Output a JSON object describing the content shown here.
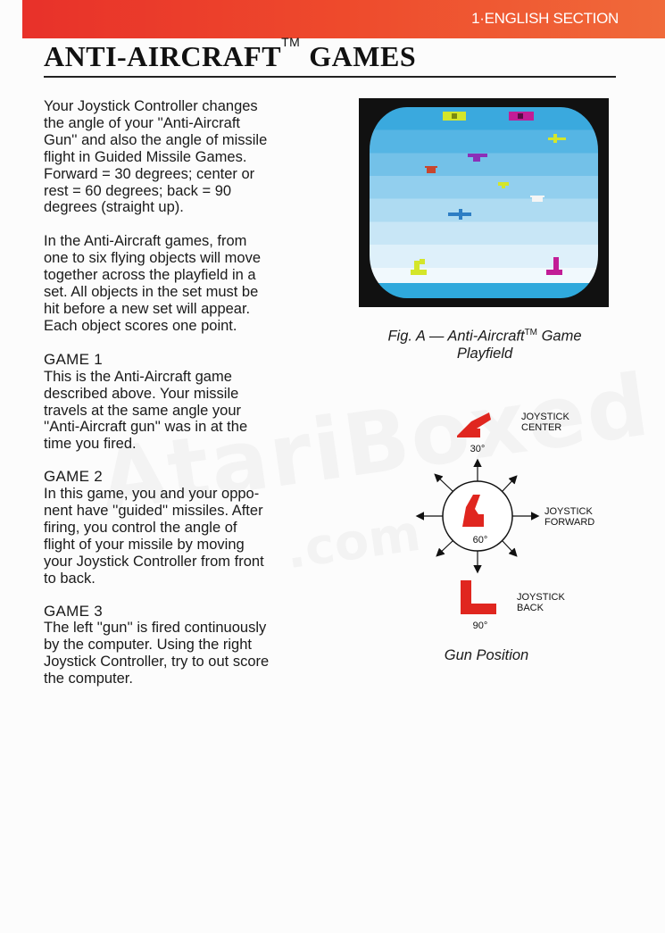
{
  "header": {
    "section_label": "1·ENGLISH SECTION"
  },
  "title": {
    "main": "ANTI-AIRCRAFT",
    "tm": "TM",
    "rest": "GAMES"
  },
  "intro": {
    "para1": "Your Joystick Controller changes\nthe angle of your ''Anti-Aircraft\nGun'' and also the angle of missile\nflight in Guided Missile Games.\nForward = 30 degrees; center or\nrest = 60 degrees; back = 90\ndegrees (straight up).",
    "para2": "In the Anti-Aircraft games, from\none to six flying objects will move\ntogether across the playfield in a\nset. All objects in the set must be\nhit before a new set will appear.\nEach object scores one point."
  },
  "games": [
    {
      "title": "GAME 1",
      "body": "This is the Anti-Aircraft game\ndescribed above. Your missile\ntravels at the same angle your\n''Anti-Aircraft gun'' was in at the\ntime you fired."
    },
    {
      "title": "GAME 2",
      "body": "In this game, you and your oppo-\nnent have ''guided'' missiles. After\nfiring, you control the angle of\nflight of your missile by moving\nyour Joystick Controller from front\nto back."
    },
    {
      "title": "GAME 3",
      "body": "The left ''gun'' is fired continuously\nby the computer. Using the right\nJoystick Controller, try to out score\nthe computer."
    }
  ],
  "figure_a": {
    "caption_line1_prefix": "Fig. A — Anti-Aircraft",
    "caption_tm": "TM",
    "caption_line1_suffix": " Game",
    "caption_line2": "Playfield",
    "colors": {
      "sky_top": "#3aa9de",
      "ground": "#2fa9dc",
      "left_score": "#d4e62a",
      "right_score": "#c21d96",
      "left_gun": "#d4e62a",
      "right_gun": "#c21d96"
    }
  },
  "diagram": {
    "labels": {
      "center": "JOYSTICK\nCENTER",
      "forward": "JOYSTICK\nFORWARD",
      "back": "JOYSTICK\nBACK"
    },
    "angles": {
      "top": "30°",
      "middle": "60°",
      "bottom": "90°"
    },
    "gun_color": "#e0261f",
    "caption": "Gun Position"
  },
  "watermark": {
    "text": "AtariBoxed",
    "sub": ".com"
  }
}
